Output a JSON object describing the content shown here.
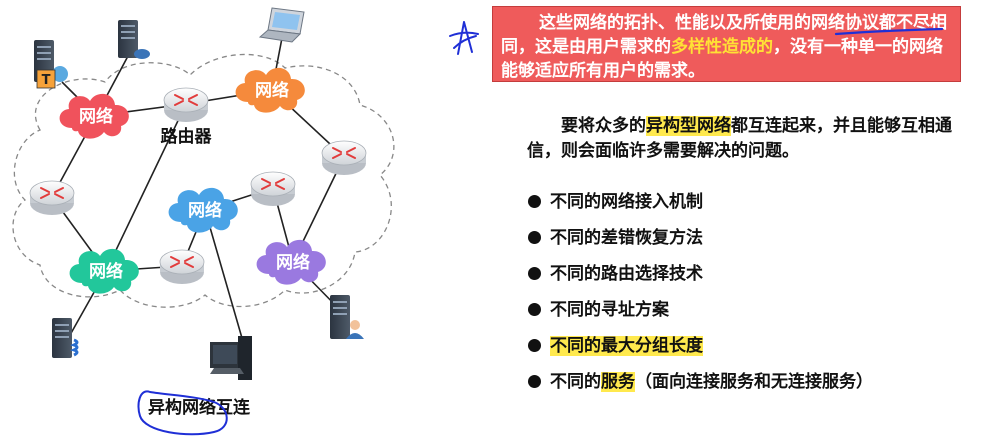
{
  "diagram": {
    "networks": [
      {
        "id": "net-red",
        "label": "网络",
        "color": "#f0525c"
      },
      {
        "id": "net-orange",
        "label": "网络",
        "color": "#f58a3c"
      },
      {
        "id": "net-blue",
        "label": "网络",
        "color": "#4aa3e6"
      },
      {
        "id": "net-green",
        "label": "网络",
        "color": "#22c79b"
      },
      {
        "id": "net-purple",
        "label": "网络",
        "color": "#9a79e0"
      }
    ],
    "router_label": "路由器",
    "caption": "异构网络互连",
    "server_badge": "T",
    "colors": {
      "link": "#222222",
      "outline": "#888888",
      "annotation": "#1f2fd6"
    }
  },
  "callout": {
    "segments": [
      {
        "text": "这些网络的拓扑、性能以及所使用的网络协议都不尽相同，这是由用户需求的",
        "hl": false
      },
      {
        "text": "多样性造成的",
        "hl": true
      },
      {
        "text": "，没有一种单一的网络能够适应所有用户的需求。",
        "hl": false
      }
    ],
    "bg_color": "#ef5b5b"
  },
  "paragraph": {
    "segments": [
      {
        "text": "要将众多的",
        "mark": false
      },
      {
        "text": "异构型网络",
        "mark": true
      },
      {
        "text": "都互连起来，并且能够互相通信，则会面临许多需要解决的问题。",
        "mark": false
      }
    ]
  },
  "bullets": [
    {
      "segments": [
        {
          "text": "不同的网络接入机制",
          "mark": false
        }
      ]
    },
    {
      "segments": [
        {
          "text": "不同的差错恢复方法",
          "mark": false
        }
      ]
    },
    {
      "segments": [
        {
          "text": "不同的路由选择技术",
          "mark": false
        }
      ]
    },
    {
      "segments": [
        {
          "text": "不同的寻址方案",
          "mark": false
        }
      ]
    },
    {
      "segments": [
        {
          "text": "不同的最大分组长度",
          "mark": true
        }
      ]
    },
    {
      "segments": [
        {
          "text": "不同的",
          "mark": false
        },
        {
          "text": "服务",
          "mark": true
        },
        {
          "text": "（面向连接服务和无连接服务）",
          "mark": false
        }
      ]
    }
  ]
}
